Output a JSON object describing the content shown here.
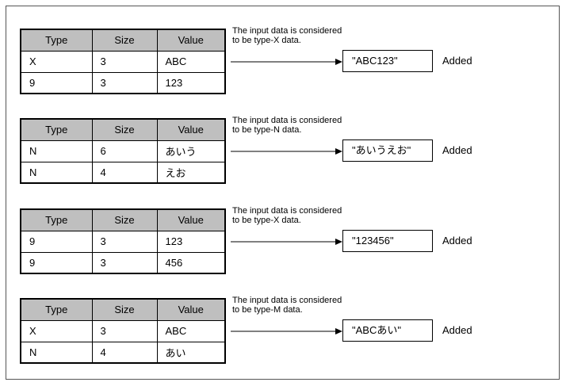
{
  "headers": {
    "type": "Type",
    "size": "Size",
    "value": "Value"
  },
  "groups": [
    {
      "rows": [
        {
          "type": "X",
          "size": "3",
          "value": "ABC"
        },
        {
          "type": "9",
          "size": "3",
          "value": "123"
        }
      ],
      "note": "The input data is considered to be type-X data.",
      "result": "\"ABC123\"",
      "status": "Added"
    },
    {
      "rows": [
        {
          "type": "N",
          "size": "6",
          "value": "あいう"
        },
        {
          "type": "N",
          "size": "4",
          "value": "えお"
        }
      ],
      "note": "The input data is considered to be type-N data.",
      "result": "\"あいうえお\"",
      "status": "Added"
    },
    {
      "rows": [
        {
          "type": "9",
          "size": "3",
          "value": "123"
        },
        {
          "type": "9",
          "size": "3",
          "value": "456"
        }
      ],
      "note": "The input data is considered to be type-X data.",
      "result": "\"123456\"",
      "status": "Added"
    },
    {
      "rows": [
        {
          "type": "X",
          "size": "3",
          "value": "ABC"
        },
        {
          "type": "N",
          "size": "4",
          "value": "あい"
        }
      ],
      "note": "The input data is considered to be type-M data.",
      "result": "\"ABCあい\"",
      "status": "Added"
    }
  ]
}
